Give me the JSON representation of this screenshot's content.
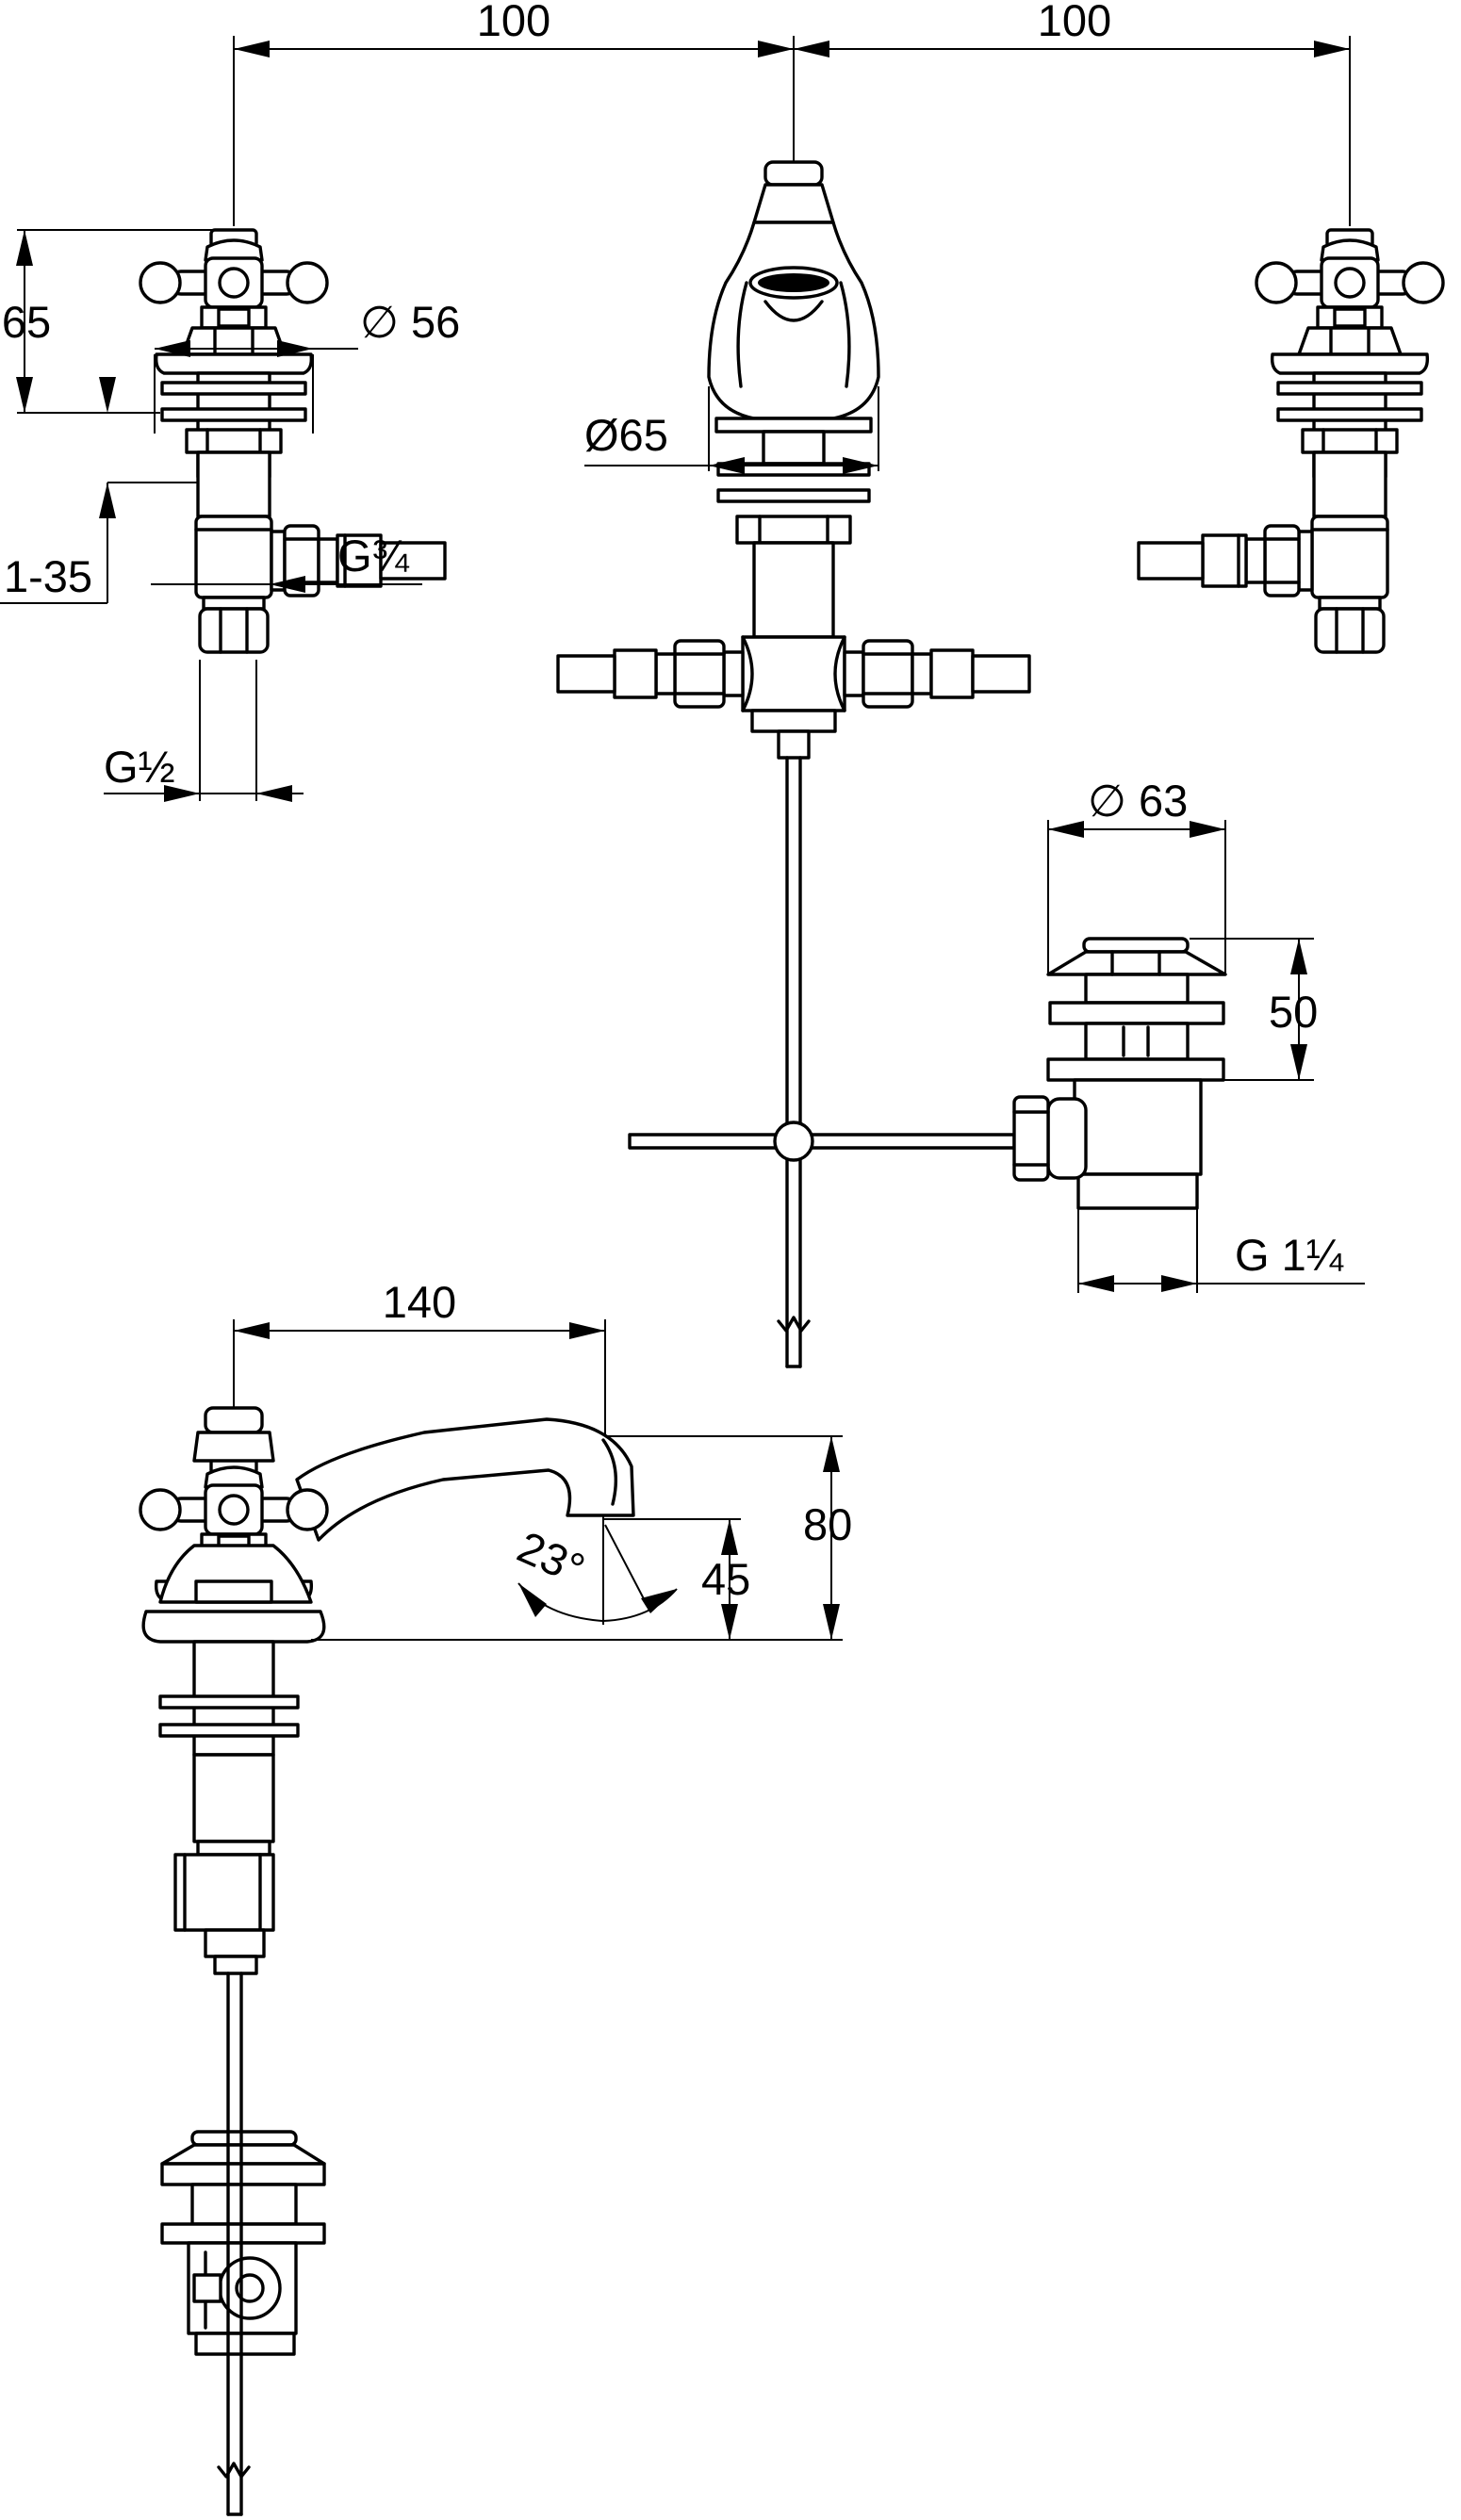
{
  "dimensions": {
    "spacing_left": "100",
    "spacing_right": "100",
    "handle_height": "65",
    "rosette_diameter": "∅ 56",
    "spout_base_diameter": "Ø65",
    "deck_thickness": "1-35",
    "inlet_thread": "G¾",
    "outlet_thread": "G½",
    "waste_diameter": "∅ 63",
    "waste_height": "50",
    "waste_thread": "G 1¼",
    "spout_reach": "140",
    "spout_height": "80",
    "outlet_height": "45",
    "spout_angle": "23°"
  },
  "colors": {
    "line": "#000000",
    "background": "#ffffff"
  },
  "icons": [
    "cross-handle-icon",
    "dimension-arrow-icon"
  ]
}
